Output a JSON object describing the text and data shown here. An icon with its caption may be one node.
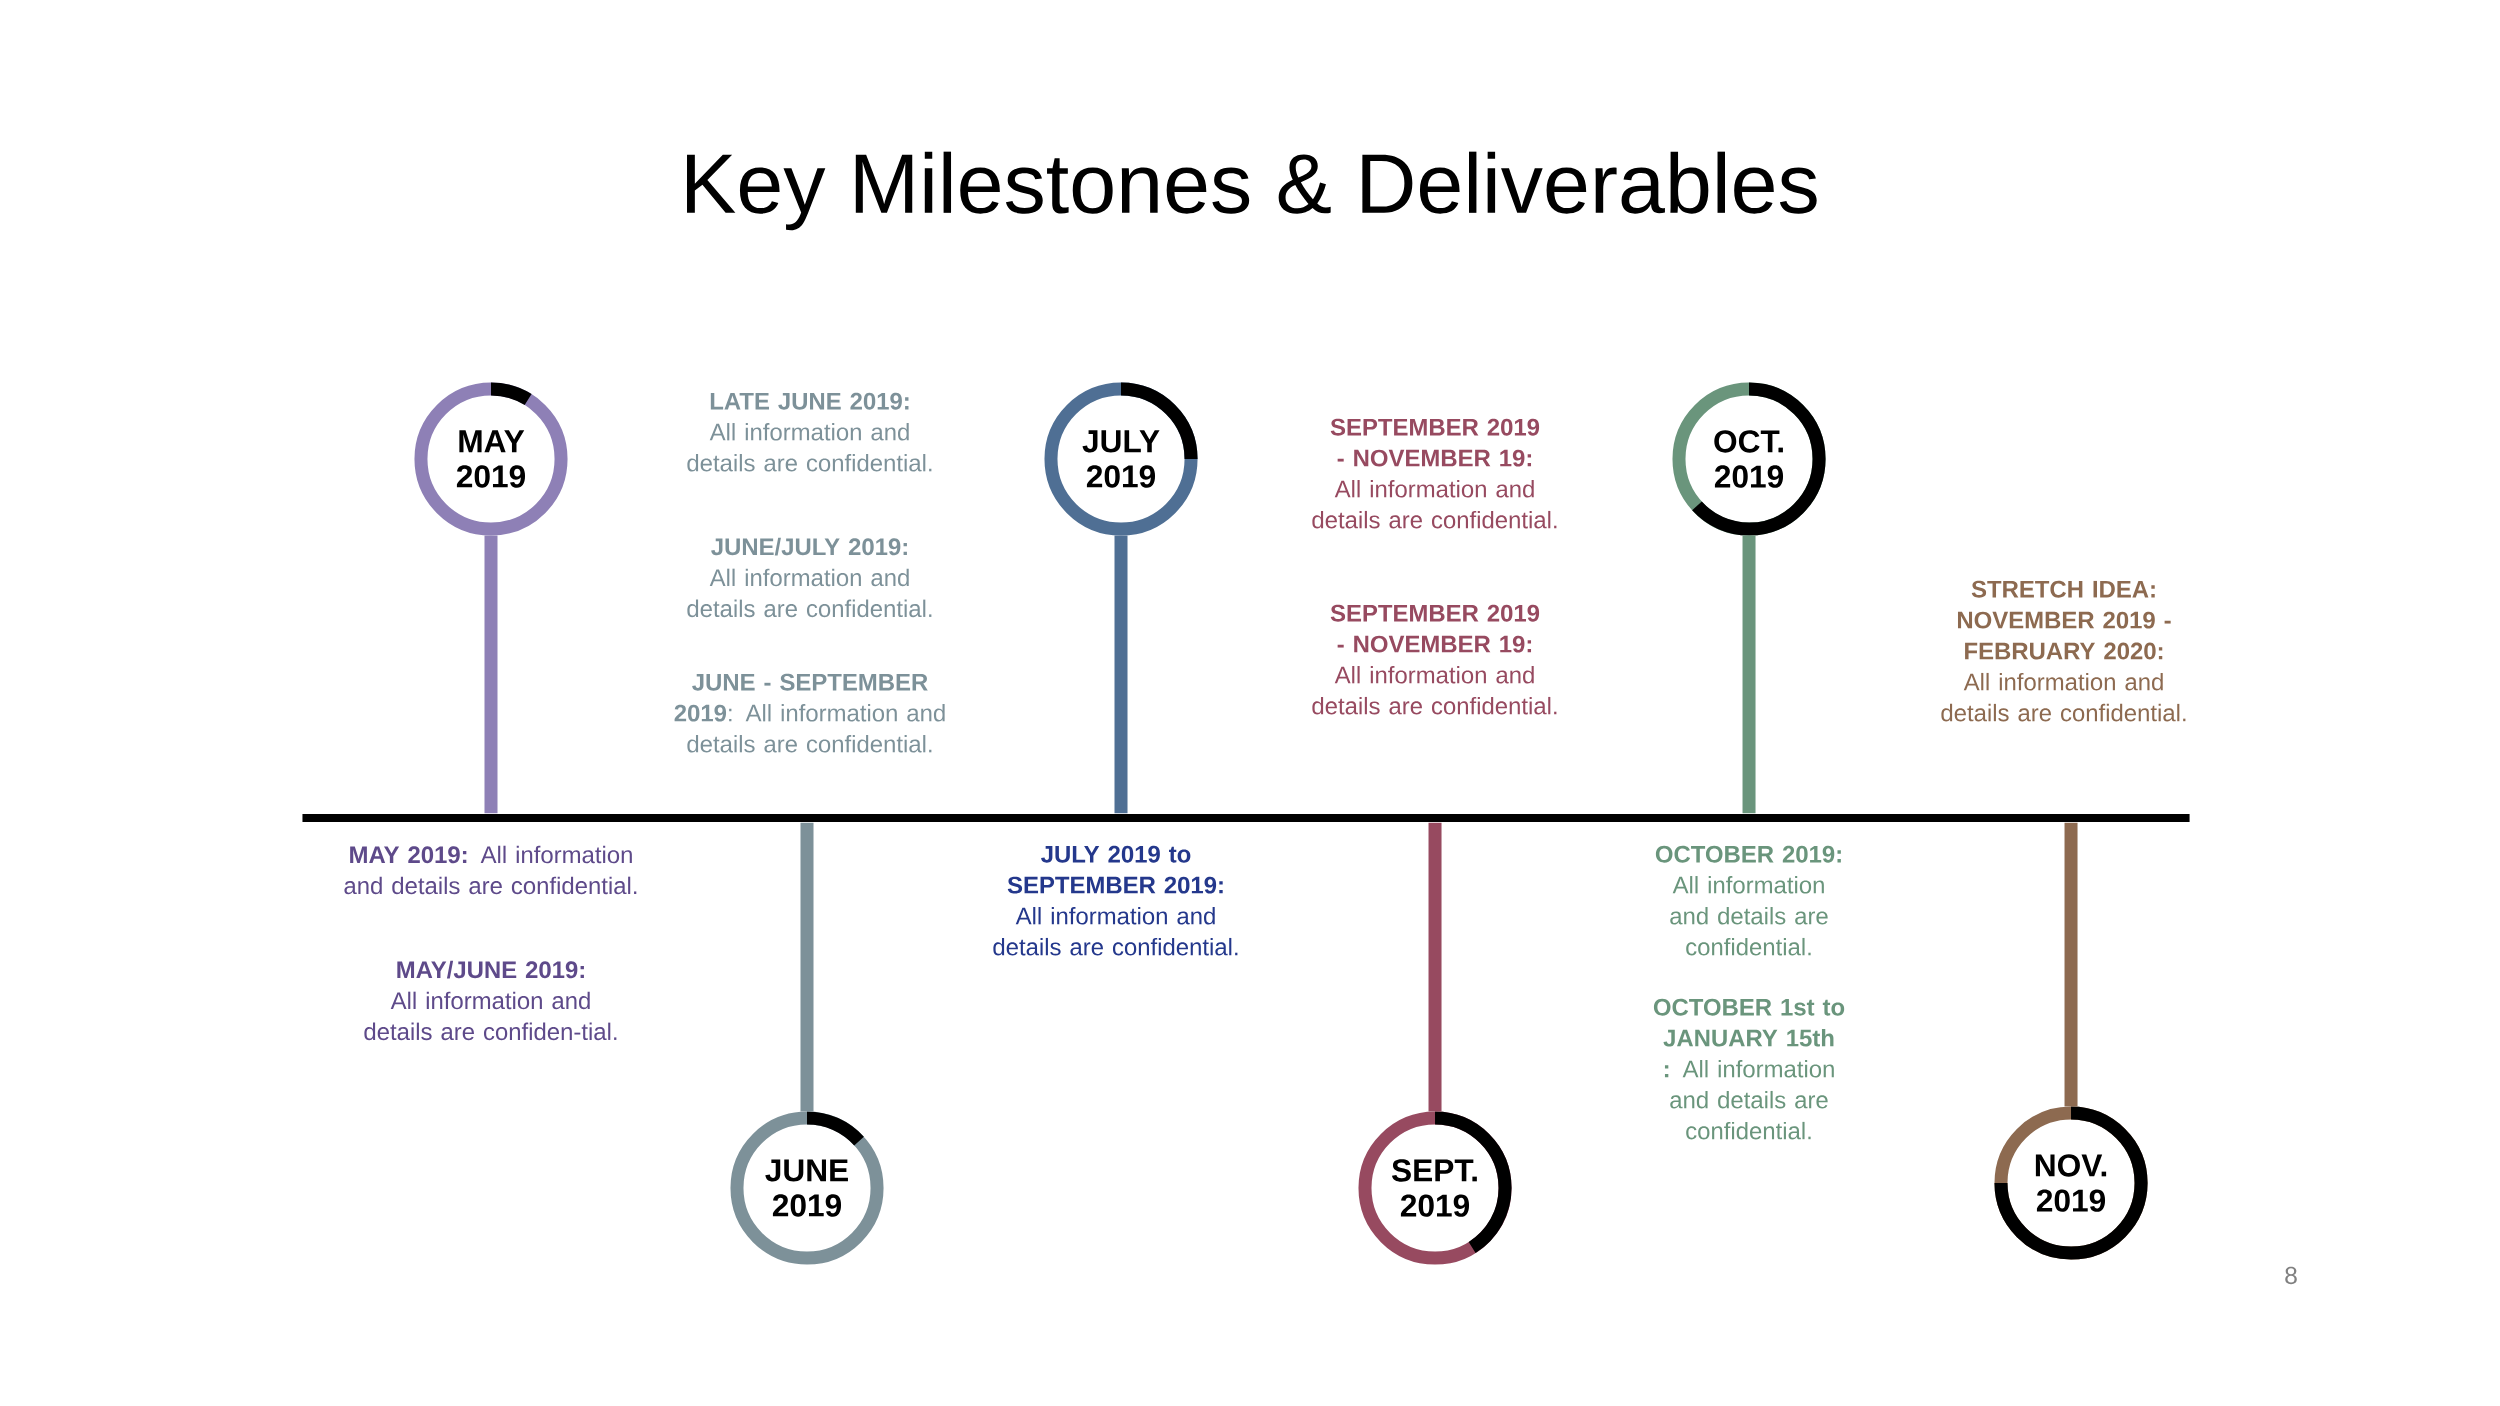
{
  "diagram": {
    "title": "Key Milestones & Deliverables",
    "nodes": [
      {
        "text": [
          "MAY 2019"
        ]
      },
      {
        "text": [
          "JUNE 2019"
        ]
      },
      {
        "text": [
          "JULY 2019"
        ]
      },
      {
        "text": [
          "SEPT. 2019"
        ]
      },
      {
        "text": [
          "OCT. 2019"
        ]
      },
      {
        "text": [
          "NOV. 2019"
        ]
      },
      {
        "text": [],
        "shape": "bar"
      }
    ],
    "edges": [
      {
        "from": 0,
        "to": 6,
        "arrow": "none",
        "color": "#8e80b6"
      },
      {
        "from": 1,
        "to": 6,
        "arrow": "none",
        "color": "#7d9199"
      },
      {
        "from": 2,
        "to": 6,
        "arrow": "none",
        "color": "#4f6f94"
      },
      {
        "from": 3,
        "to": 6,
        "arrow": "none",
        "color": "#974a60"
      },
      {
        "from": 4,
        "to": 6,
        "arrow": "none",
        "color": "#6a957c"
      },
      {
        "from": 5,
        "to": 6,
        "arrow": "none",
        "color": "#8d6a50"
      }
    ],
    "labels": [
      "**LATE JUNE 2019:** All information and details are confidential.",
      "**SEPTEMBER 2019 - NOVEMBER 19:** All information and details are confidential.",
      "**JUNE/JULY 2019:** All information and details are confidential.",
      "**STRETCH IDEA: NOVEMBER 2019 - FEBRUARY 2020:** All information and details are confidential.",
      "**SEPTEMBER 2019 - NOVEMBER 19:** All information and details are confidential.",
      "**JUNE - SEPTEMBER 2019**: All information and details are confidential.",
      "**MAY 2019:** All information and details are confidential.",
      "**JULY 2019 to SEPTEMBER 2019:** All information and details are confidential.",
      "**OCTOBER 2019:** All information and details are confidential.",
      "**MAY/JUNE 2019:** All information and details are confiden-tial.",
      "**OCTOBER 1st to JANUARY 15th :** All information and details are confidential.",
      "8"
    ]
  }
}
